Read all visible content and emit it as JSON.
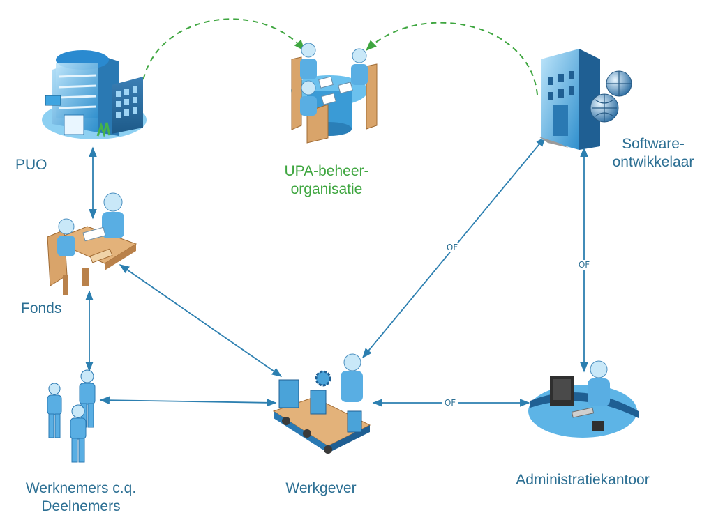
{
  "nodes": {
    "puo": {
      "label": "PUO",
      "icon": "office-building-icon"
    },
    "upa": {
      "label": "UPA-beheer-\norganisatie",
      "icon": "meeting-table-icon"
    },
    "software": {
      "label": "Software-\nontwikkelaar",
      "icon": "server-building-globe-icon"
    },
    "fonds": {
      "label": "Fonds",
      "icon": "desk-workers-icon"
    },
    "werknemers": {
      "label": "Werknemers c.q.\nDeelnemers",
      "icon": "people-group-icon"
    },
    "werkgever": {
      "label": "Werkgever",
      "icon": "production-line-worker-icon"
    },
    "administratie": {
      "label": "Administratiekantoor",
      "icon": "computer-desk-worker-icon"
    }
  },
  "edges": {
    "of_label": "OF"
  },
  "colors": {
    "line": "#2c7fb0",
    "label": "#2c6f93",
    "dashed": "#3fa640",
    "icon_blue": "#4aa3d9",
    "icon_light": "#9ed4f2",
    "wood": "#d9a46a"
  }
}
